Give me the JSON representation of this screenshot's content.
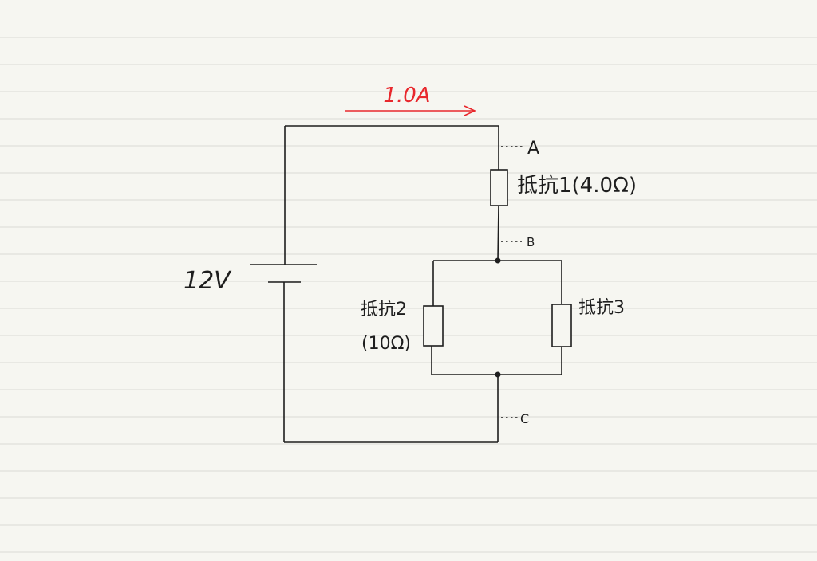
{
  "current": {
    "label": "1.0A",
    "color": "#e8282d"
  },
  "battery": {
    "label": "12V"
  },
  "points": {
    "a": "A",
    "b": "B",
    "c": "C"
  },
  "resistor1": {
    "label": "抵抗1(4.0Ω)"
  },
  "resistor2": {
    "label_line1": "抵抗2",
    "label_line2": "(10Ω)"
  },
  "resistor3": {
    "label": "抵抗3"
  },
  "colors": {
    "ink": "#1e1e1e",
    "paper": "#f6f6f1",
    "rule": "#dadad5",
    "accent": "#e8282d"
  }
}
